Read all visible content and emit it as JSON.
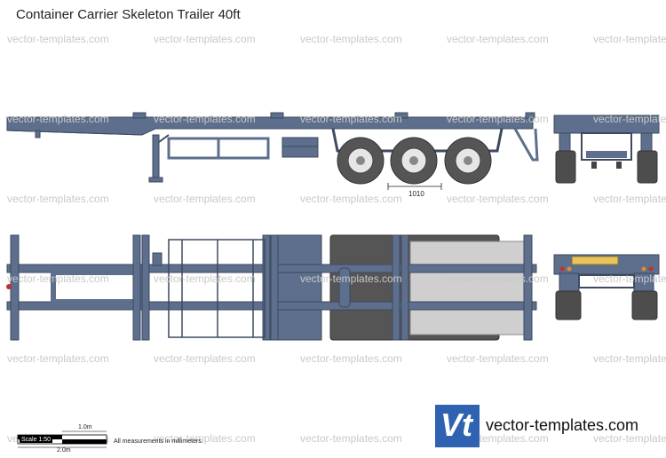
{
  "title": "Container Carrier Skeleton Trailer 40ft",
  "watermark_text": "vector-templates.com",
  "dimension_label": "1010",
  "scale_bar": {
    "ratio_label": "Scale 1:50",
    "one_meter": "1.0m",
    "two_meter": "2.0m",
    "note": "All measurements in millimeters."
  },
  "brand": {
    "logo_text": "Vt",
    "url": "vector-templates.com"
  },
  "colors": {
    "frame": "#5d6f8c",
    "frame_dark": "#3d4a5f",
    "tire": "#555555",
    "tire_dark": "#333333",
    "platform": "#cfcfcf",
    "amber": "#e8c45a",
    "brand": "#2f62b1"
  }
}
